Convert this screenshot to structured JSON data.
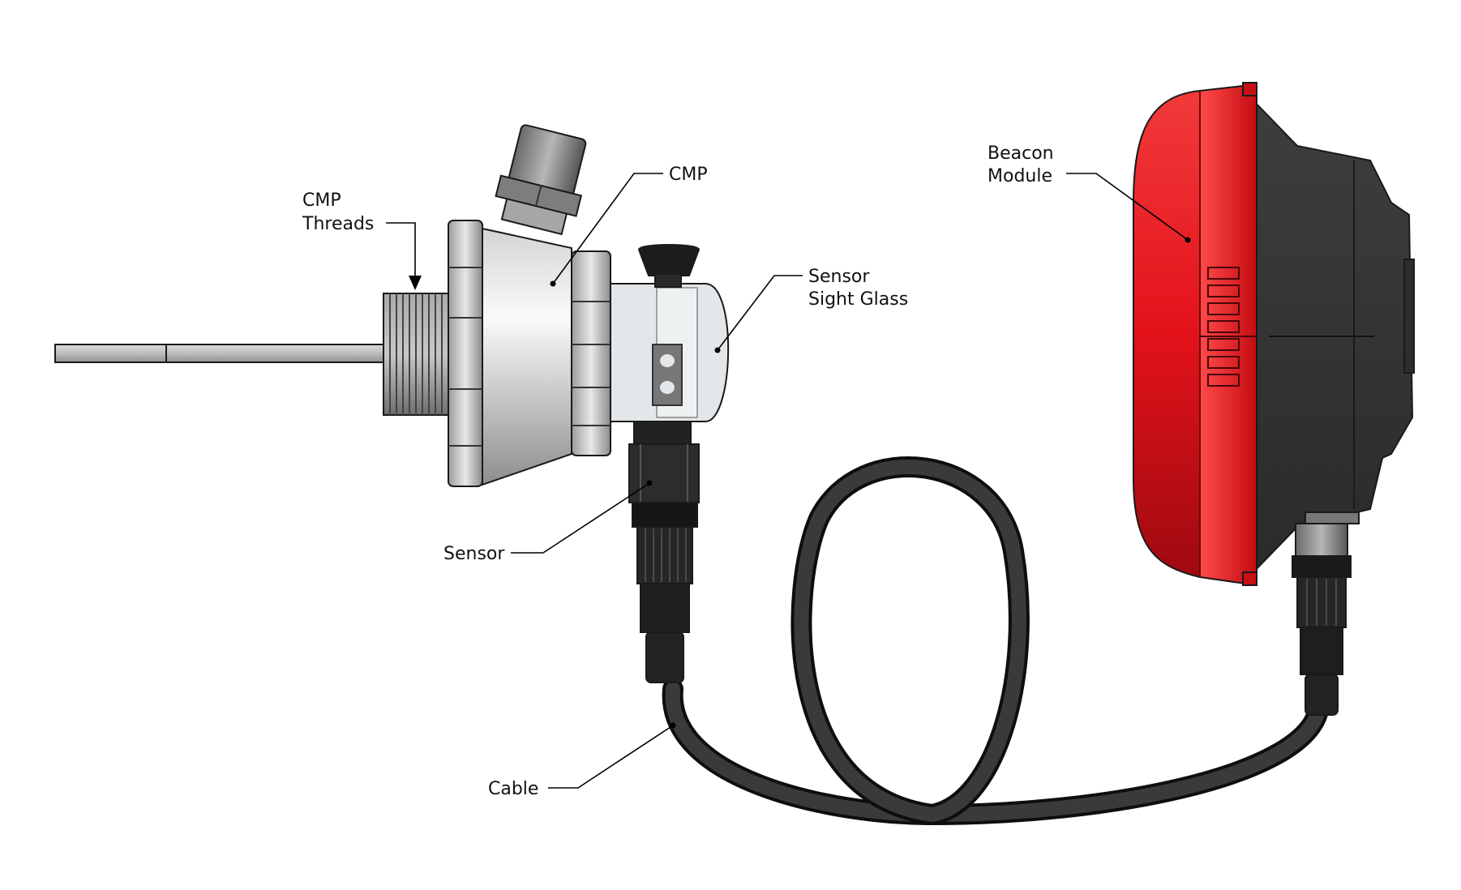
{
  "callouts": {
    "cmp_threads": {
      "line1": "CMP",
      "line2": "Threads"
    },
    "cmp": {
      "line1": "CMP"
    },
    "sensor_sight_glass": {
      "line1": "Sensor",
      "line2": "Sight Glass"
    },
    "beacon_module": {
      "line1": "Beacon",
      "line2": "Module"
    },
    "sensor": {
      "line1": "Sensor"
    },
    "cable": {
      "line1": "Cable"
    }
  },
  "colors": {
    "beacon_red": "#e0141a",
    "beacon_dark_red": "#8c0c10",
    "housing_dark": "#333333",
    "cable_black": "#222222",
    "metal_light": "#e6e6e6",
    "metal_mid": "#9a9a9a",
    "glass": "#e4e8ea"
  }
}
